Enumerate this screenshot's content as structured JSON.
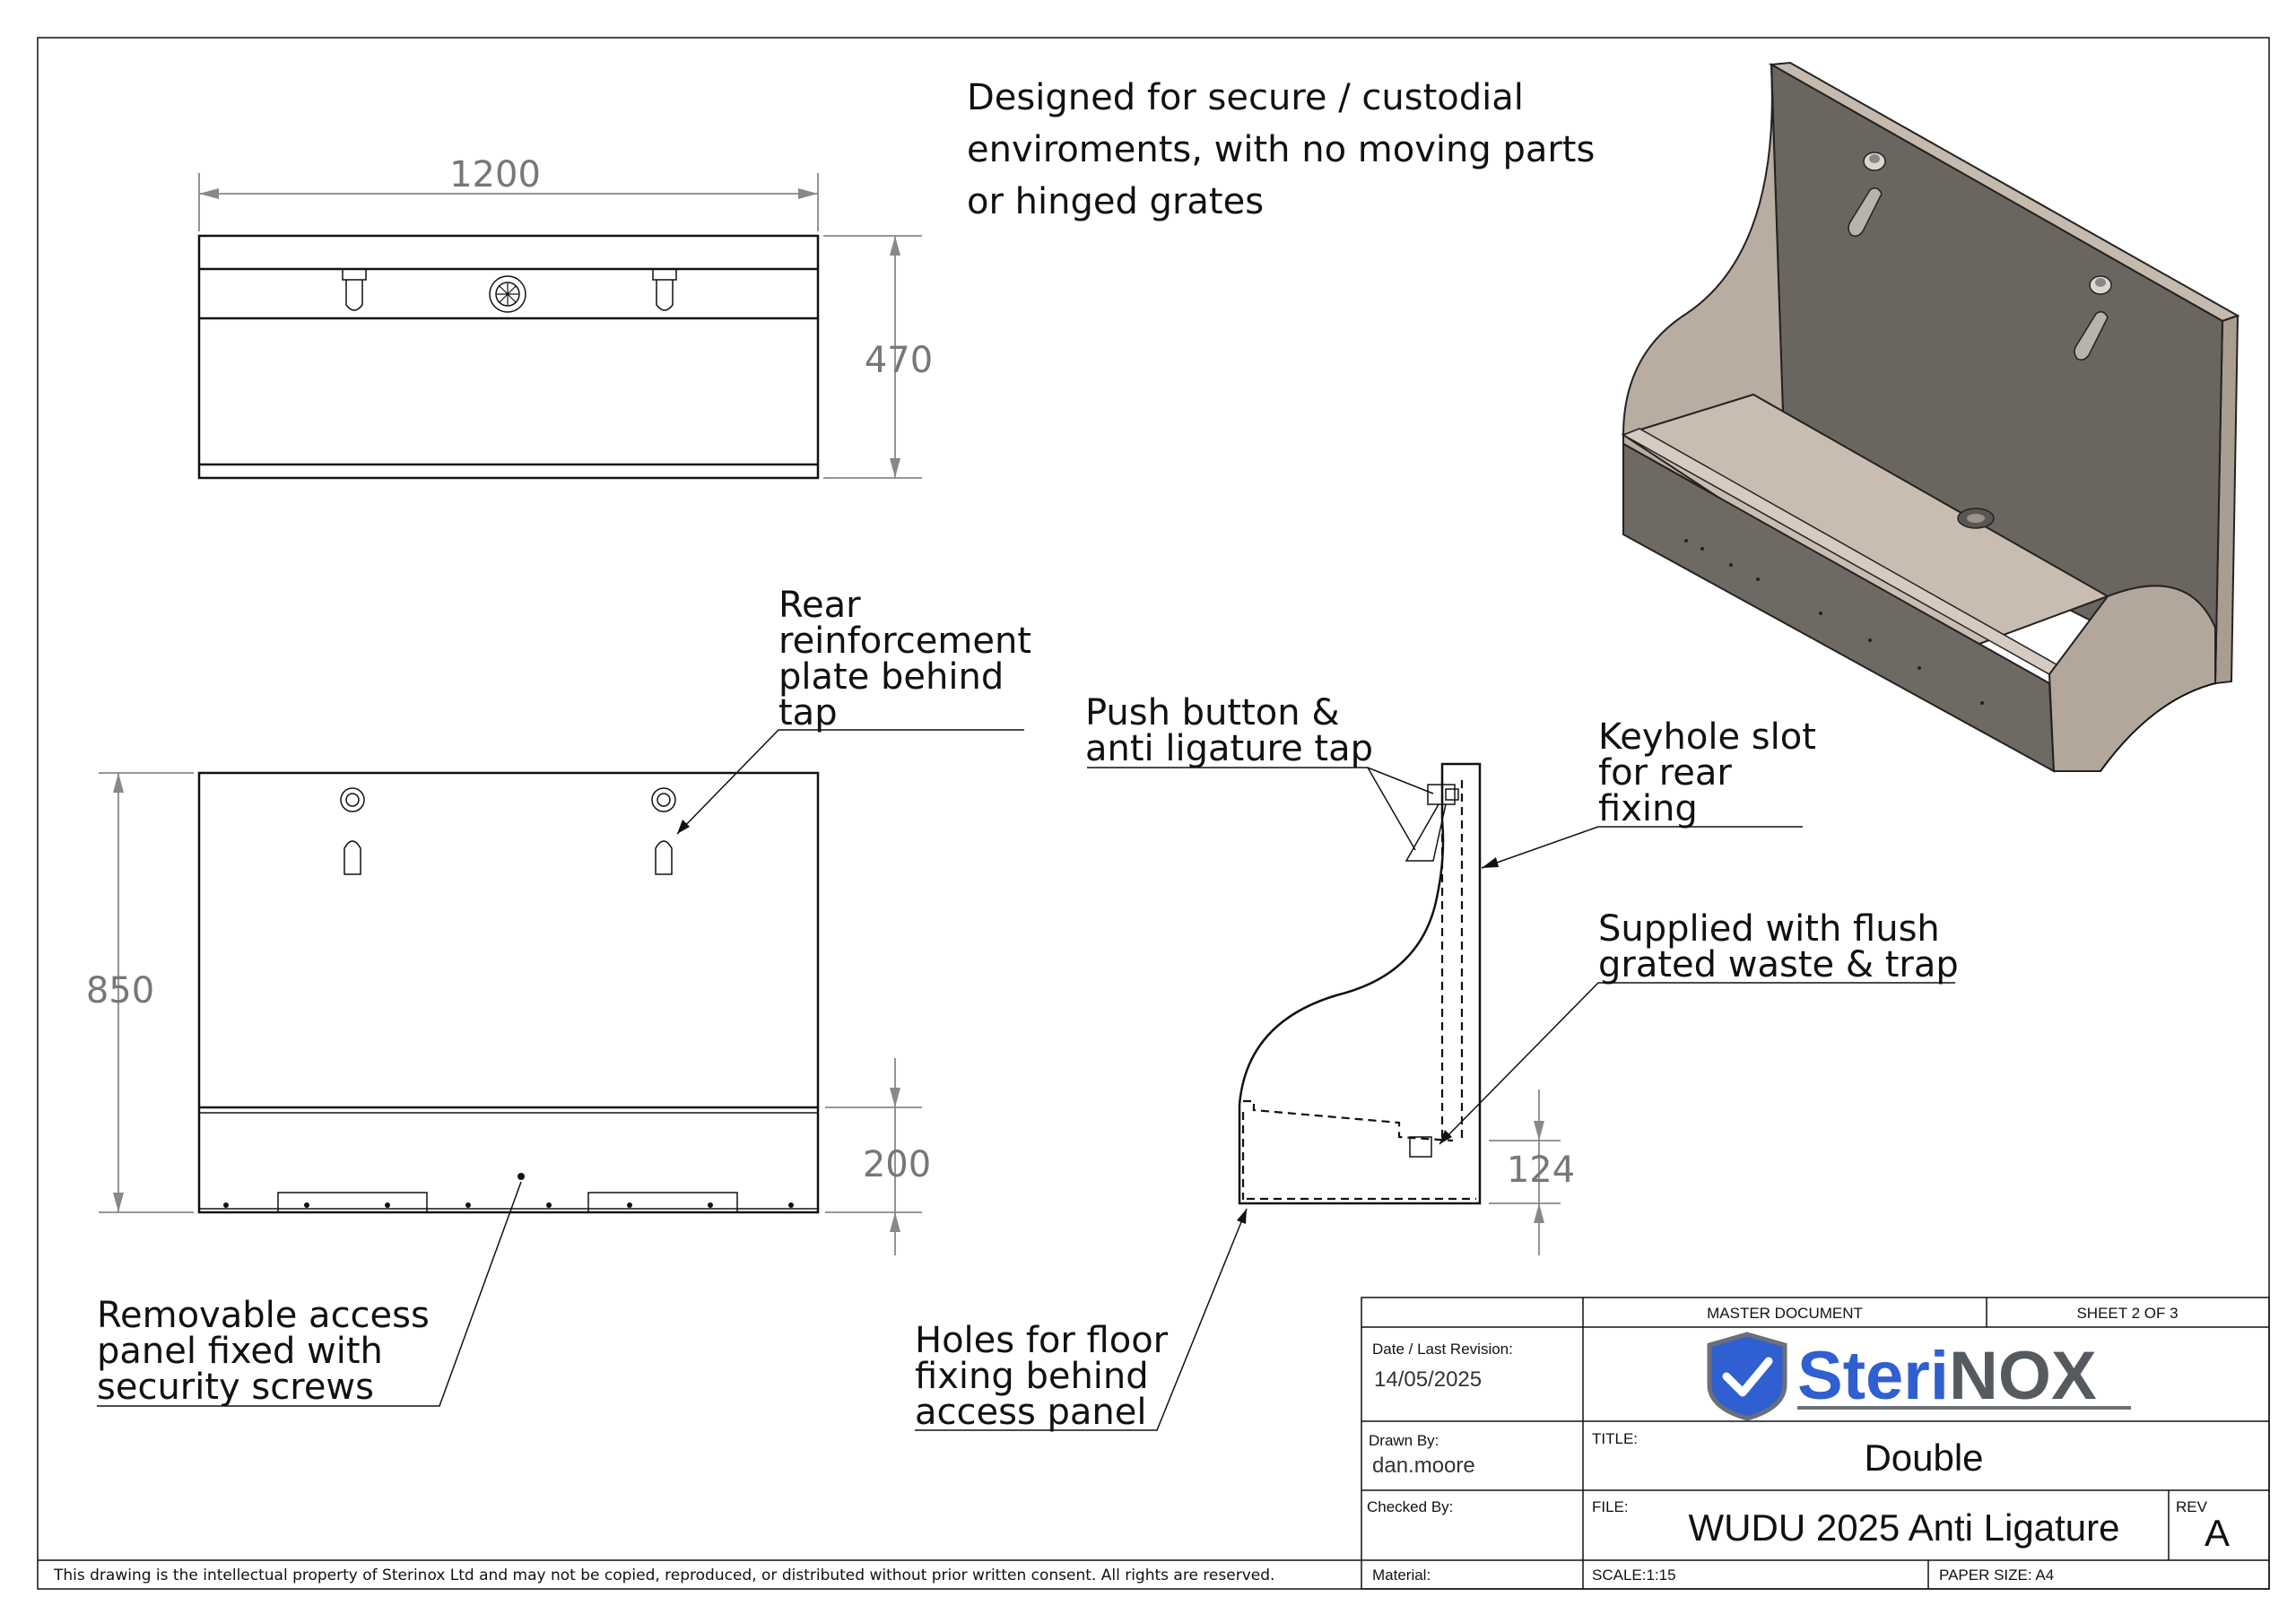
{
  "notes": {
    "headline": [
      "Designed for secure / custodial",
      "enviroments, with no moving parts",
      "or hinged grates"
    ],
    "rear_plate": [
      "Rear",
      "reinforcement",
      "plate behind",
      "tap"
    ],
    "push_button": [
      "Push button &",
      "anti ligature tap"
    ],
    "keyhole": [
      "Keyhole slot",
      "for rear",
      "fixing"
    ],
    "flush_waste": [
      "Supplied with flush",
      "grated waste & trap"
    ],
    "access_panel": [
      "Removable access",
      "panel fixed with",
      "security screws"
    ],
    "floor_holes": [
      "Holes for floor",
      "fixing behind",
      "access panel"
    ]
  },
  "dimensions": {
    "width": "1200",
    "depth": "470",
    "height": "850",
    "panel": "200",
    "waste": "124"
  },
  "title_block": {
    "master_document": "MASTER DOCUMENT",
    "sheet": "SHEET 2 OF 3",
    "date_label": "Date / Last Revision:",
    "date_value": "14/05/2025",
    "drawn_label": "Drawn By:",
    "drawn_value": "dan.moore",
    "checked_label": "Checked By:",
    "title_label": "TITLE:",
    "title_value": "Double",
    "file_label": "FILE:",
    "file_value": "WUDU 2025 Anti Ligature",
    "rev_label": "REV",
    "rev_value": "A",
    "material_label": "Material:",
    "scale": "SCALE:1:15",
    "paper": "PAPER SIZE: A4",
    "logo_text_a": "Steri",
    "logo_text_b": "NOX"
  },
  "disclaimer": "This drawing is the intellectual property of Sterinox Ltd and may not be copied, reproduced, or distributed without prior written consent. All rights are reserved.",
  "colors": {
    "brand_blue": "#2f5fd0",
    "brand_grey": "#555a60",
    "render_dark": "#6b6560",
    "render_light": "#c9bdb1"
  }
}
